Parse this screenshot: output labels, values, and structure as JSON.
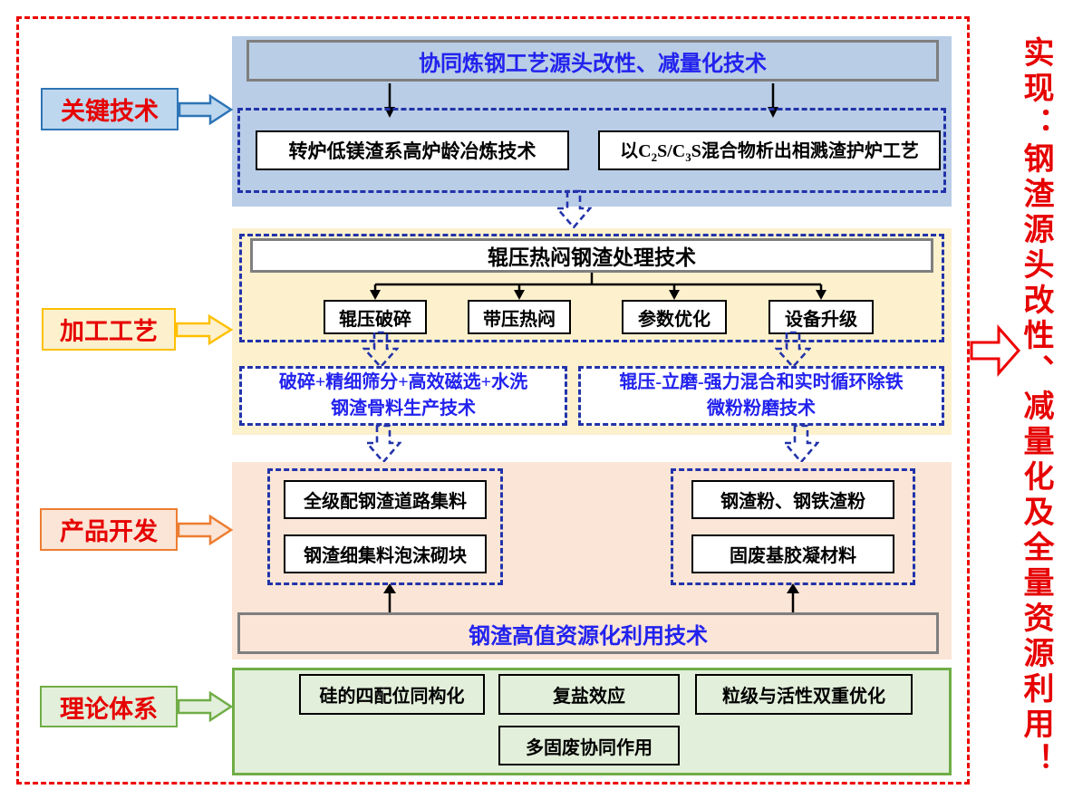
{
  "goal": {
    "text": "实现：钢渣源头改性、减量化及全量资源利用！"
  },
  "row_labels": {
    "key_tech": "关键技术",
    "process": "加工工艺",
    "product": "产品开发",
    "theory": "理论体系"
  },
  "key_tech": {
    "header": "协同炼钢工艺源头改性、减量化技术",
    "smelting_box": "转炉低镁渣系高炉龄冶炼技术",
    "slag_splash_box": {
      "p1": "以C",
      "sub1": "2",
      "p2": "S/C",
      "sub2": "3",
      "p3": "S混合物析出相溅渣护炉工艺"
    }
  },
  "process": {
    "header": "辊压热闷钢渣处理技术",
    "steps": [
      "辊压破碎",
      "带压热闷",
      "参数优化",
      "设备升级"
    ],
    "aggregate_tech": {
      "line1": "破碎+精细筛分+高效磁选+水洗",
      "line2": "钢渣骨料生产技术"
    },
    "powder_tech": {
      "line1": "辊压-立磨-强力混合和实时循环除铁",
      "line2": "微粉粉磨技术"
    }
  },
  "product": {
    "left_items": [
      "全级配钢渣道路集料",
      "钢渣细集料泡沫砌块"
    ],
    "right_items": [
      "钢渣粉、钢铁渣粉",
      "固废基胶凝材料"
    ],
    "banner": "钢渣高值资源化利用技术"
  },
  "theory": {
    "items": [
      "硅的四配位同构化",
      "复盐效应",
      "粒级与活性双重优化",
      "多固废协同作用"
    ]
  },
  "colors": {
    "outer_dashed_red": "#ee0000",
    "goal_text_red": "#e60000",
    "blue_text": "#2222ee",
    "dashed_blue": "#2233aa",
    "key_tech_fill": "#b9cde6",
    "key_tech_border": "#2e75b6",
    "process_fill": "#fdf1cd",
    "process_border": "#ffc000",
    "product_fill": "#fbe5d6",
    "product_border": "#ed7d31",
    "theory_fill": "#e2efda",
    "theory_border": "#70ad47",
    "gray_border": "#7f7f7f"
  }
}
